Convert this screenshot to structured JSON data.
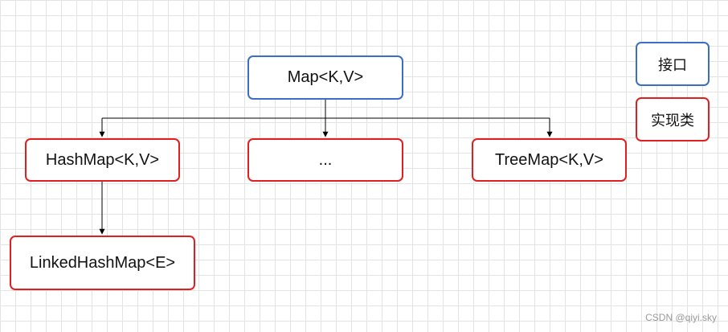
{
  "nodes": {
    "map": "Map<K,V>",
    "hashmap": "HashMap<K,V>",
    "ellipsis": "...",
    "treemap": "TreeMap<K,V>",
    "linkedhashmap": "LinkedHashMap<E>"
  },
  "legend": {
    "interface": "接口",
    "implementation": "实现类"
  },
  "colors": {
    "interface_border": "#3a6fc4",
    "implementation_border": "#e02020",
    "connector": "#000000"
  },
  "watermark": "CSDN @qiyi.sky"
}
